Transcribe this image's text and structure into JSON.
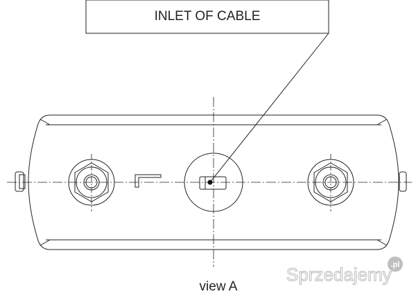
{
  "callout": {
    "label": "INLET OF CABLE"
  },
  "view_label": "view A",
  "watermark": {
    "brand": "Sprzedajemy",
    "tld": ".pl",
    "color": "#c8c8c8",
    "badge_color": "#b0b0b0"
  },
  "colors": {
    "line": "#222222",
    "background": "#ffffff"
  }
}
